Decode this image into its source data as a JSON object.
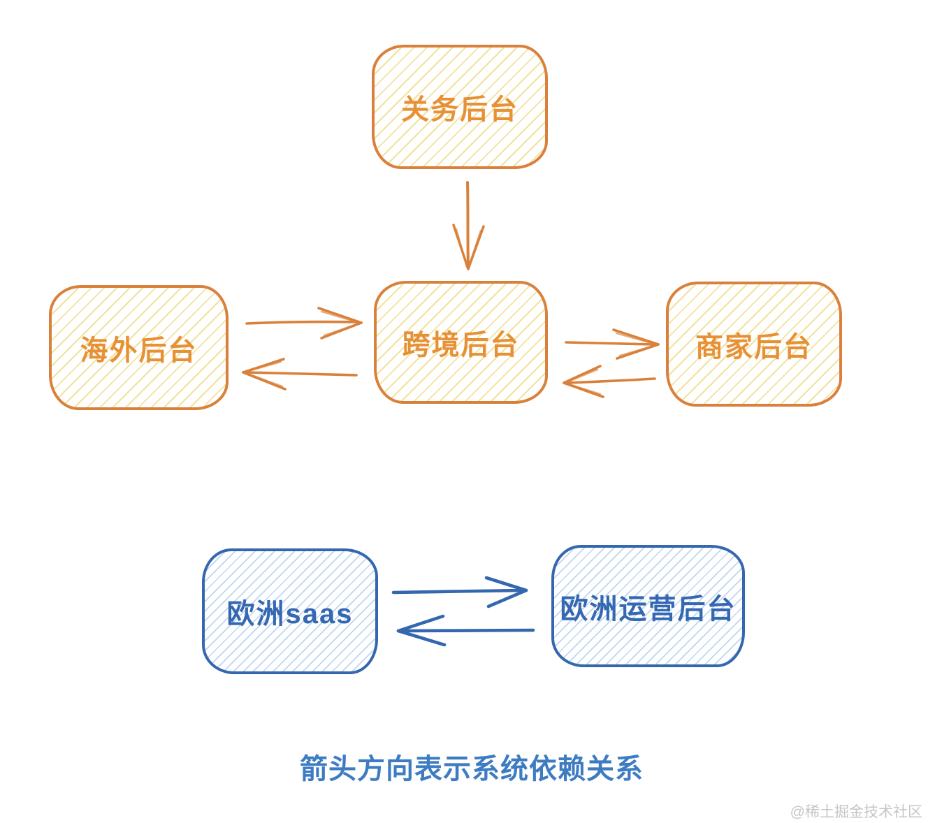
{
  "diagram": {
    "nodes": {
      "customs": {
        "label": "关务后台"
      },
      "overseas": {
        "label": "海外后台"
      },
      "crossborder": {
        "label": "跨境后台"
      },
      "merchant": {
        "label": "商家后台"
      },
      "europe_saas": {
        "label": "欧洲saas"
      },
      "europe_ops": {
        "label": "欧洲运营后台"
      }
    },
    "edges": [
      {
        "from": "关务后台",
        "to": "跨境后台",
        "direction": "down"
      },
      {
        "from": "海外后台",
        "to": "跨境后台",
        "direction": "right"
      },
      {
        "from": "跨境后台",
        "to": "海外后台",
        "direction": "left"
      },
      {
        "from": "跨境后台",
        "to": "商家后台",
        "direction": "right"
      },
      {
        "from": "商家后台",
        "to": "跨境后台",
        "direction": "left"
      },
      {
        "from": "欧洲saas",
        "to": "欧洲运营后台",
        "direction": "right"
      },
      {
        "from": "欧洲运营后台",
        "to": "欧洲saas",
        "direction": "left"
      }
    ],
    "caption": "箭头方向表示系统依赖关系",
    "watermark": "@稀土掘金技术社区",
    "colors": {
      "orange-stroke": "#D9813B",
      "orange-text": "#E79136",
      "orange-hatch": "#F2E29E",
      "blue-stroke": "#3567AE",
      "blue-text": "#3568B2",
      "blue-hatch": "#BED6F2",
      "caption-text": "#3E7CC2",
      "watermark-text": "#C6C6C6",
      "background": "#FFFFFF"
    }
  }
}
